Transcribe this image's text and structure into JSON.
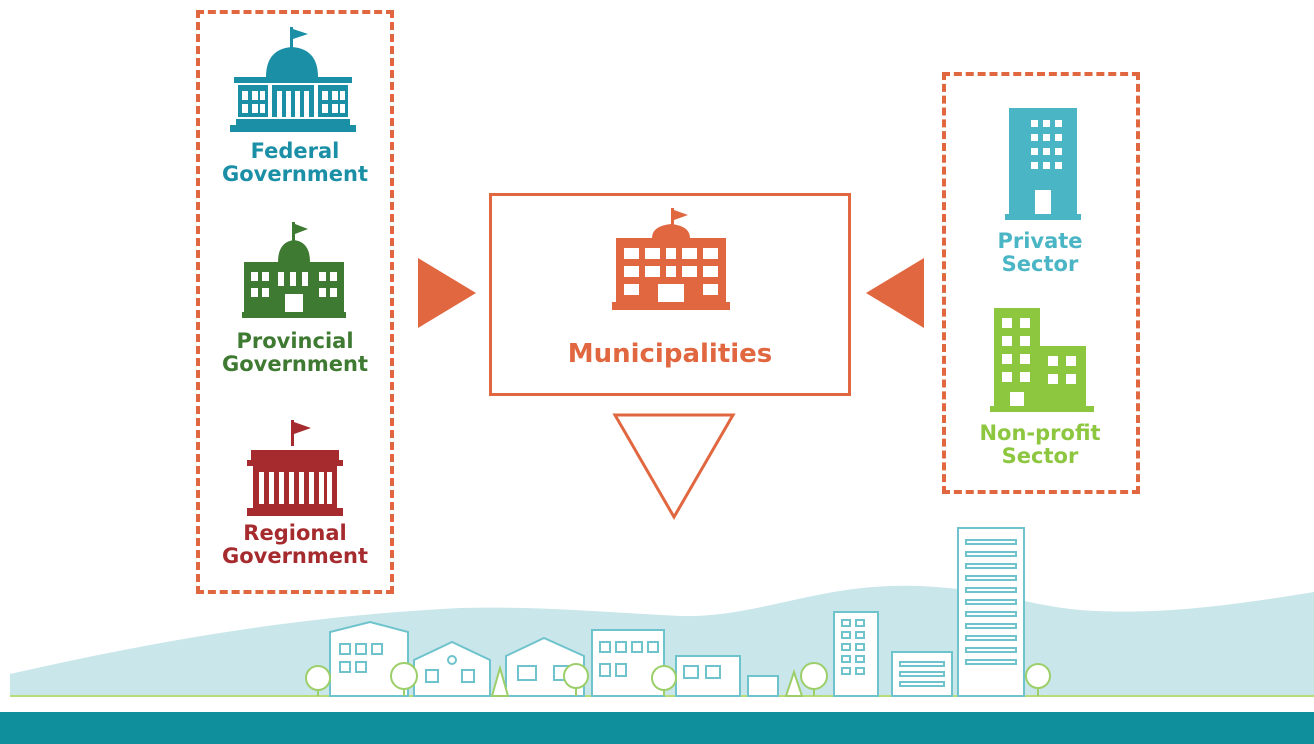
{
  "left_group": {
    "federal": {
      "line1": "Federal",
      "line2": "Government",
      "icon": "capitol-dome-icon",
      "color": "#1a8fa6"
    },
    "provincial": {
      "line1": "Provincial",
      "line2": "Government",
      "icon": "legislature-building-icon",
      "color": "#3f7a32"
    },
    "regional": {
      "line1": "Regional",
      "line2": "Government",
      "icon": "columned-building-icon",
      "color": "#a62b2e"
    }
  },
  "center": {
    "label": "Municipalities",
    "icon": "city-hall-icon",
    "color": "#e0673f"
  },
  "right_group": {
    "private": {
      "line1": "Private",
      "line2": "Sector",
      "icon": "office-tower-icon",
      "color": "#4ab5c4"
    },
    "nonprofit": {
      "line1": "Non-profit",
      "line2": "Sector",
      "icon": "apartment-buildings-icon",
      "color": "#8dc63f"
    }
  },
  "colors": {
    "accent": "#e0673f",
    "hills": "#c9e6ea",
    "footer_band": "#0f8f9c",
    "skyline_stroke": "#6fc3cc",
    "trees": "#9ccf6a"
  }
}
